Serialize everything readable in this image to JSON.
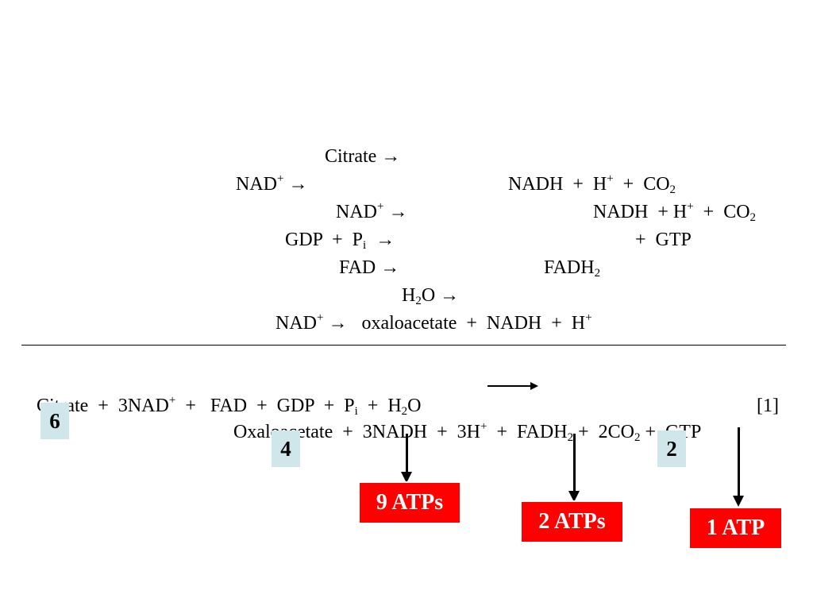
{
  "reactions": {
    "r1": {
      "left": "Citrate →"
    },
    "r2": {
      "left_nad": "NAD",
      "left_sup": "+",
      "left_arrow": " →",
      "right_nadh": "NADH  +  H",
      "right_sup": "+",
      "right_co2": "  +  CO",
      "right_sub": "2"
    },
    "r3": {
      "left_nad": "NAD",
      "left_sup": "+",
      "left_arrow": " →",
      "right_nadh": "NADH  + H",
      "right_sup": "+",
      "right_co2": "  +  CO",
      "right_sub": "2"
    },
    "r4": {
      "left_gdp": "GDP  +  P",
      "left_sub": "i",
      "left_arrow": "  →",
      "right": "+  GTP"
    },
    "r5": {
      "left": "FAD →",
      "right_fadh": "FADH",
      "right_sub": "2"
    },
    "r6": {
      "left_h": "H",
      "left_sub": "2",
      "left_rest": "O →"
    },
    "r7": {
      "left_nad": "NAD",
      "left_sup": "+",
      "left_rest": " →   oxaloacetate  +  NADH  +  H",
      "end_sup": "+"
    }
  },
  "overall": {
    "line1": {
      "citrate": "Citrate  +  3NAD",
      "sup1": "+",
      "mid": "  +   FAD  +  GDP  +  P",
      "sub1": "i",
      "h2o_a": "  +  H",
      "sub2": "2",
      "h2o_b": "O",
      "eq_number": "[1]"
    },
    "line2": {
      "a": "Oxaloacetate  +  3NADH  +  3H",
      "sup1": "+",
      "b": "  +  FADH",
      "sub1": "2",
      "c": " +  2CO",
      "sub2": "2",
      "d": " +  GTP"
    }
  },
  "boxes": {
    "total": "6",
    "nadh": "4",
    "co2": "2"
  },
  "atp": {
    "nadh": "9 ATPs",
    "fadh": "2 ATPs",
    "gtp": "1 ATP"
  },
  "colors": {
    "box_bg": "#cfe7eb",
    "atp_bg": "#ff0000"
  }
}
